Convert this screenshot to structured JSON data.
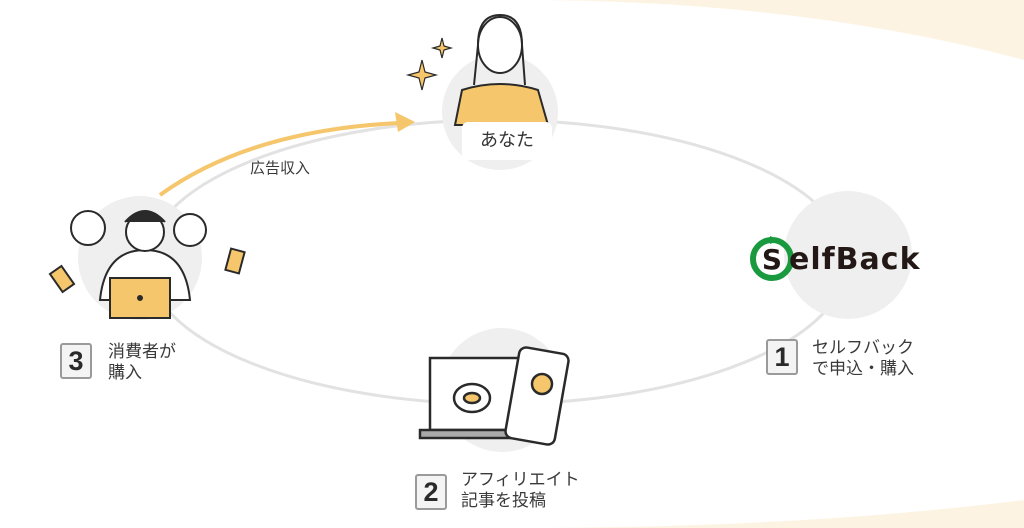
{
  "center": {
    "label": "あなた"
  },
  "revenue_label": "広告収入",
  "logo": {
    "text": "elfBack",
    "initial": "S",
    "brand_text": "SelfBack",
    "ring_color": "#1a9a3f"
  },
  "steps": [
    {
      "number": "1",
      "line1": "セルフバック",
      "line2": "で申込・購入"
    },
    {
      "number": "2",
      "line1": "アフィリエイト",
      "line2": "記事を投稿"
    },
    {
      "number": "3",
      "line1": "消費者が",
      "line2": "購入"
    }
  ],
  "colors": {
    "accent": "#f5c66b",
    "cycle": "#e2e2e2",
    "circle": "#efefef"
  }
}
